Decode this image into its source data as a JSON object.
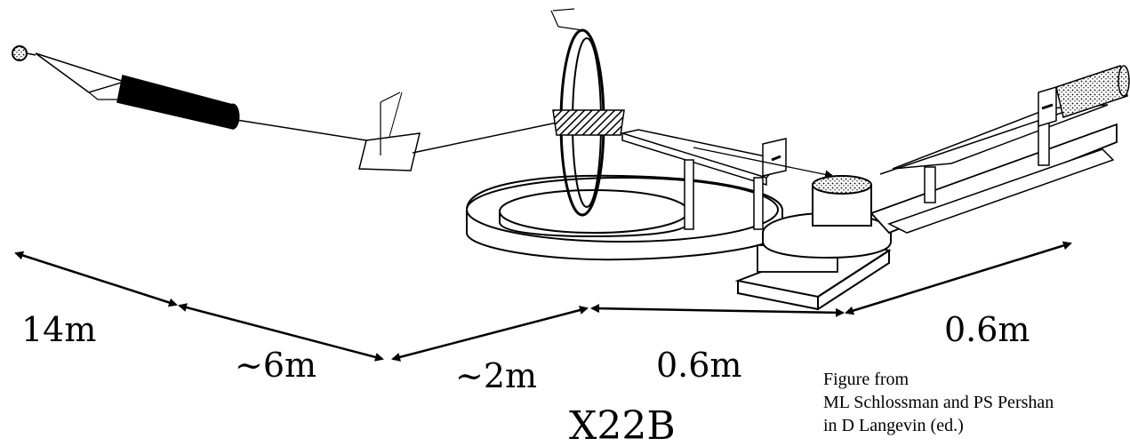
{
  "labels": {
    "source_distance": "14m",
    "mirror_distance": "~6m",
    "detector_arm_distance": "~2m",
    "sample_arm_distance": "0.6m",
    "second_arm_distance": "0.6m",
    "station_name": "X22B"
  },
  "caption": {
    "line1": "Figure from",
    "line2": "ML Schlossman and PS Pershan",
    "line3": "in D Langevin (ed.)"
  },
  "colors": {
    "ink": "#000000",
    "background": "#ffffff",
    "hatch": "#444444"
  }
}
